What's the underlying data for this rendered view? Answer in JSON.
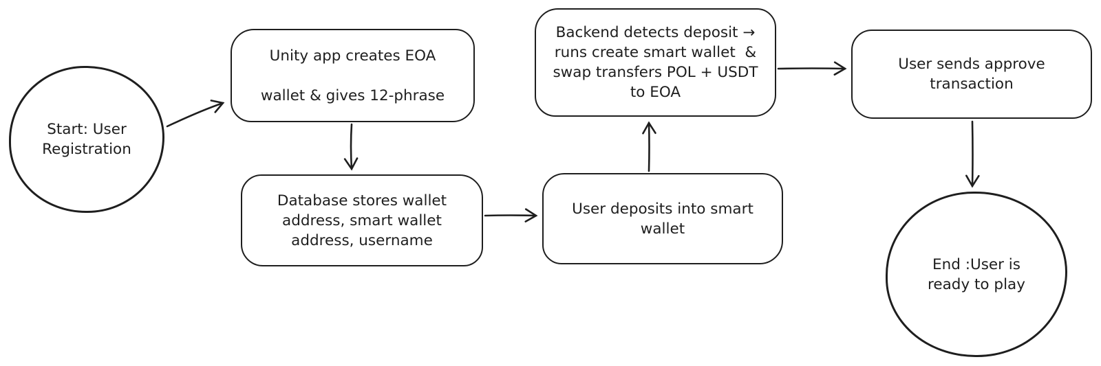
{
  "diagram": {
    "colors": {
      "background": "#ffffff",
      "stroke": "#1e1e1e",
      "text": "#1e1e1e"
    },
    "nodes": {
      "start": {
        "shape": "ellipse",
        "label": "Start: User\nRegistration"
      },
      "unity": {
        "shape": "rounded-rectangle",
        "label": "Unity app creates EOA\n\nwallet & gives 12-phrase"
      },
      "database": {
        "shape": "rounded-rectangle",
        "label": "Database stores wallet\naddress, smart wallet\naddress, username"
      },
      "deposit": {
        "shape": "rounded-rectangle",
        "label": "User deposits into smart\nwallet"
      },
      "backend": {
        "shape": "rounded-rectangle",
        "label": "Backend detects deposit →\nruns create smart wallet  &\nswap transfers POL + USDT\nto EOA"
      },
      "approve": {
        "shape": "rounded-rectangle",
        "label": "User sends approve\ntransaction"
      },
      "end": {
        "shape": "ellipse",
        "label": "End :User is\nready to play"
      }
    },
    "edges": [
      {
        "from": "start",
        "to": "unity"
      },
      {
        "from": "unity",
        "to": "database"
      },
      {
        "from": "database",
        "to": "deposit"
      },
      {
        "from": "deposit",
        "to": "backend"
      },
      {
        "from": "backend",
        "to": "approve"
      },
      {
        "from": "approve",
        "to": "end"
      }
    ]
  }
}
